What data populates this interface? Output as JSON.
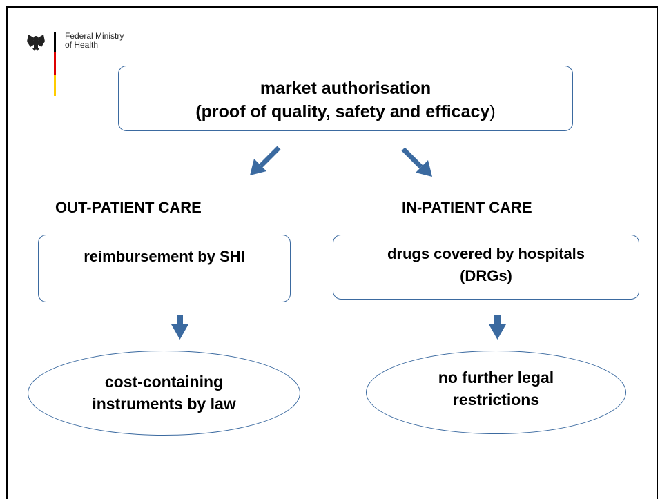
{
  "header": {
    "ministry_line1": "Federal Ministry",
    "ministry_line2": "of Health"
  },
  "diagram": {
    "top_box": {
      "line1": "market authorisation",
      "line2_bold": "(proof of quality, safety and efficacy",
      "line2_tail": ")"
    },
    "left": {
      "heading": "OUT-PATIENT CARE",
      "box": "reimbursement by SHI",
      "oval_line1": "cost-containing",
      "oval_line2": "instruments by law"
    },
    "right": {
      "heading": "IN-PATIENT CARE",
      "box_line1": "drugs covered by hospitals",
      "box_line2": "(DRGs)",
      "oval_line1": "no further legal",
      "oval_line2": "restrictions"
    }
  },
  "colors": {
    "arrow": "#3b6aa0",
    "border": "#3b6aa0",
    "flag_black": "#000000",
    "flag_red": "#dd0000",
    "flag_gold": "#ffcc00"
  }
}
